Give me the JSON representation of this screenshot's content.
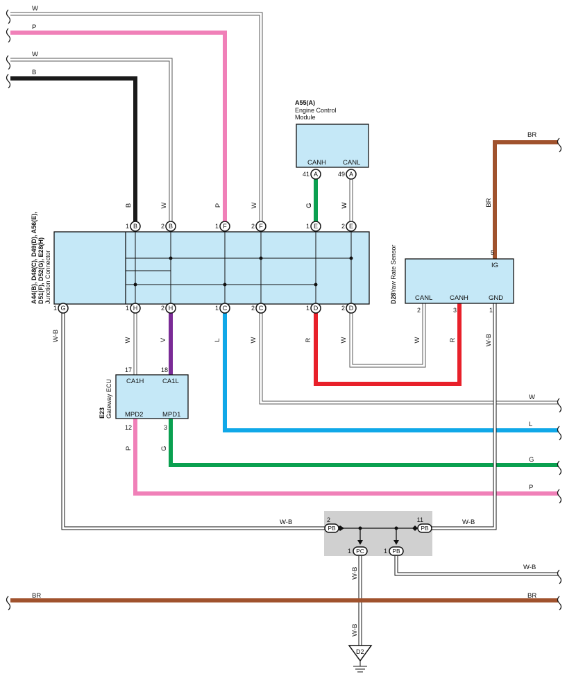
{
  "components": {
    "junction_connector": {
      "ref_line1": "A44(B), D48(C), D49(D), A56(E),",
      "ref_line2": "D51(F), D52(G), E28(H)",
      "name": "Junction Connector",
      "top_pins": [
        {
          "num": "1",
          "conn": "B",
          "wire": "B"
        },
        {
          "num": "2",
          "conn": "B",
          "wire": "W"
        },
        {
          "num": "1",
          "conn": "F",
          "wire": "P"
        },
        {
          "num": "2",
          "conn": "F",
          "wire": "W"
        },
        {
          "num": "1",
          "conn": "E",
          "wire": "G"
        },
        {
          "num": "2",
          "conn": "E",
          "wire": "W"
        }
      ],
      "bottom_pins": [
        {
          "num": "1",
          "conn": "G",
          "wire": "W-B"
        },
        {
          "num": "1",
          "conn": "H",
          "wire": "W"
        },
        {
          "num": "2",
          "conn": "H",
          "wire": "V"
        },
        {
          "num": "1",
          "conn": "C",
          "wire": "L"
        },
        {
          "num": "2",
          "conn": "C",
          "wire": "W"
        },
        {
          "num": "1",
          "conn": "D",
          "wire": "R"
        },
        {
          "num": "2",
          "conn": "D",
          "wire": "W"
        }
      ]
    },
    "ecm": {
      "ref": "A55(A)",
      "name_line1": "Engine Control",
      "name_line2": "Module",
      "pins": [
        {
          "label": "CANH",
          "num": "41",
          "conn": "A",
          "wire": "G"
        },
        {
          "label": "CANL",
          "num": "49",
          "conn": "A",
          "wire": "W"
        }
      ]
    },
    "yaw_rate_sensor": {
      "ref": "D28",
      "name": "Yaw Rate Sensor",
      "ig_label": "IG",
      "ig_pin": "5",
      "ig_wire": "BR",
      "pins": [
        {
          "label": "CANL",
          "num": "2",
          "wire": "W"
        },
        {
          "label": "CANH",
          "num": "3",
          "wire": "R"
        },
        {
          "label": "GND",
          "num": "1",
          "wire": "W-B"
        }
      ]
    },
    "gateway_ecu": {
      "ref": "E23",
      "name": "Gateway ECU",
      "top_pins": [
        {
          "label": "CA1H",
          "num": "17"
        },
        {
          "label": "CA1L",
          "num": "18"
        }
      ],
      "bottom_pins": [
        {
          "label": "MPD2",
          "num": "12",
          "wire": "P"
        },
        {
          "label": "MPD1",
          "num": "3",
          "wire": "G"
        }
      ]
    },
    "splice": {
      "left": {
        "num": "2",
        "conn": "PB"
      },
      "right": {
        "num": "11",
        "conn": "PB"
      },
      "down_left": {
        "num": "1",
        "conn": "PC"
      },
      "down_right": {
        "num": "1",
        "conn": "PB"
      }
    },
    "ground": {
      "label": "D2"
    }
  },
  "wire_labels": {
    "top_w1": "W",
    "top_p": "P",
    "top_w2": "W",
    "top_b": "B",
    "right_br": "BR",
    "right_w": "W",
    "right_l": "L",
    "right_g": "G",
    "right_p": "P",
    "splice_wb_left": "W-B",
    "splice_wb_right": "W-B",
    "right_wb": "W-B",
    "ground_wb1": "W-B",
    "ground_wb2": "W-B",
    "bottom_br_left": "BR",
    "bottom_br_right": "BR"
  },
  "colors": {
    "B": "#1a1a1a",
    "W": "#ffffff",
    "P": "#f080b8",
    "G": "#0aa050",
    "BR": "#a0522d",
    "R": "#e8202a",
    "L": "#10a8e8",
    "V": "#7a2b96",
    "box_fill": "#c5e8f7",
    "splice_fill": "#d0d0d0"
  }
}
